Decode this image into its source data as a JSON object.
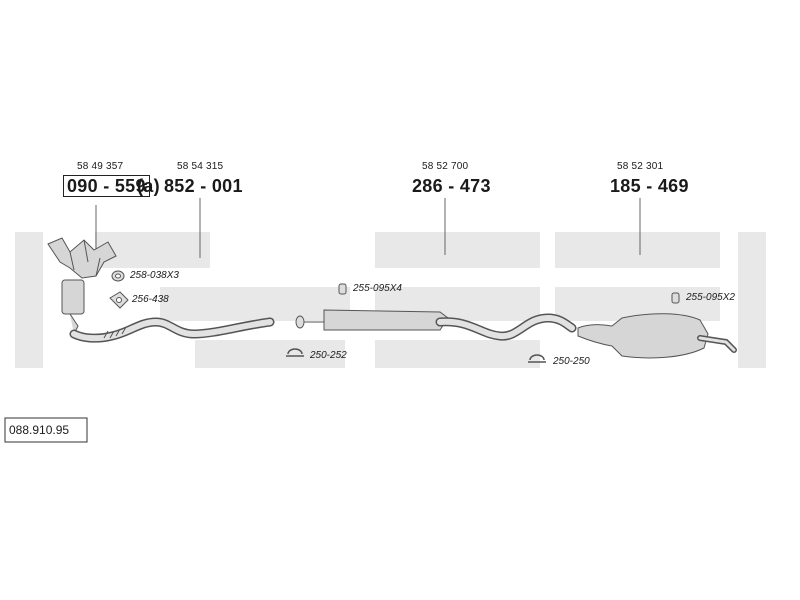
{
  "diagram_code": "088.910.95",
  "assemblies": [
    {
      "ref": "58 49 357",
      "number": "090 - 559",
      "suffix": "(a)"
    },
    {
      "ref": "58 54 315",
      "number": "852 - 001"
    },
    {
      "ref": "58 52 700",
      "number": "286 - 473"
    },
    {
      "ref": "58 52 301",
      "number": "185 - 469"
    }
  ],
  "fittings": [
    {
      "label": "258-038X3",
      "icon": "gasket-ring-icon"
    },
    {
      "label": "256-438",
      "icon": "flange-gasket-icon"
    },
    {
      "label": "255-095X4",
      "icon": "rubber-mount-icon"
    },
    {
      "label": "250-252",
      "icon": "clamp-icon"
    },
    {
      "label": "250-250",
      "icon": "clamp-icon"
    },
    {
      "label": "255-095X2",
      "icon": "rubber-mount-icon"
    }
  ],
  "colors": {
    "part_fill": "#d6d6d6",
    "part_stroke": "#555555",
    "band": "#e6e6e6"
  }
}
